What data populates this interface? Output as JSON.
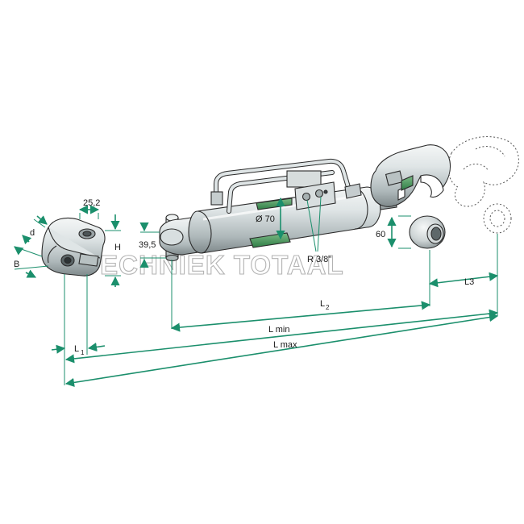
{
  "watermark": "TECHNIEK TOTAAL",
  "colors": {
    "dimension": "#1b8f6c",
    "body_light": "#e9eded",
    "body_mid": "#c7cfd0",
    "body_dark": "#8c9698",
    "accent_green": "#2f8d4f",
    "outline": "#2a2a2a"
  },
  "labels": {
    "fork_width": "25,2",
    "pin_diameter": "d",
    "fork_slot": "B",
    "fork_height": "H",
    "pin_height": "39,5",
    "cylinder_diameter": "Ø 70",
    "port_thread": "R 3/8\"",
    "ball_size": "60",
    "length_l1": "L",
    "length_l1_sub": "1",
    "length_l2": "L",
    "length_l2_sub": "2",
    "length_l3": "L3",
    "length_min": "L min",
    "length_max": "L max"
  }
}
